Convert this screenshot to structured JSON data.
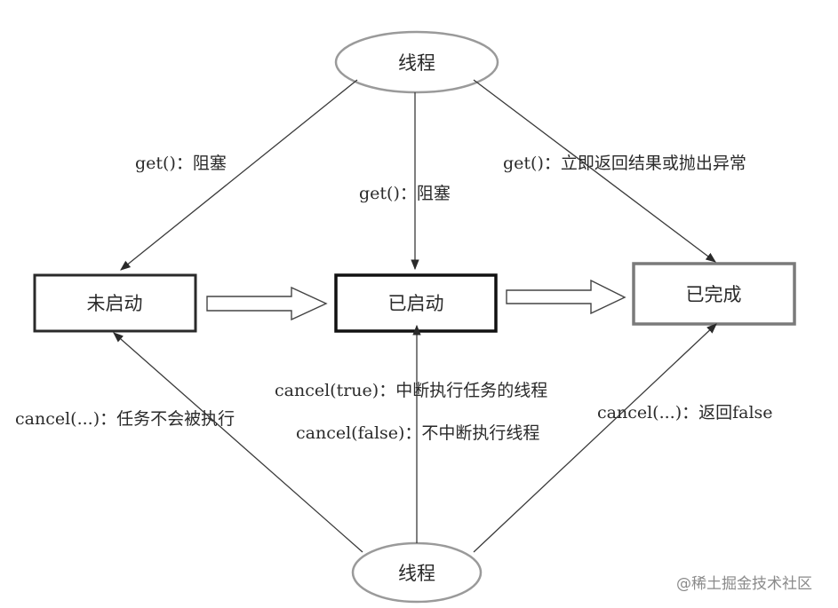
{
  "nodes": {
    "thread_top": "线程",
    "thread_bottom": "线程",
    "not_started": "未启动",
    "started": "已启动",
    "completed": "已完成"
  },
  "edges": {
    "get_block_left": "get()：阻塞",
    "get_block_center": "get()：阻塞",
    "get_immediate": "get()：立即返回结果或抛出异常",
    "cancel_true": "cancel(true)：中断执行任务的线程",
    "cancel_not_exec": "cancel(...)：任务不会被执行",
    "cancel_false": "cancel(false)：不中断执行线程",
    "cancel_return_false": "cancel(...)：返回false"
  },
  "watermark": "@稀土掘金技术社区",
  "colors": {
    "line": "#3a3a3a",
    "box_border_dark": "#1a1a1a",
    "box_border_gray": "#7a7a7a",
    "ellipse_border": "#9a9a9a"
  }
}
